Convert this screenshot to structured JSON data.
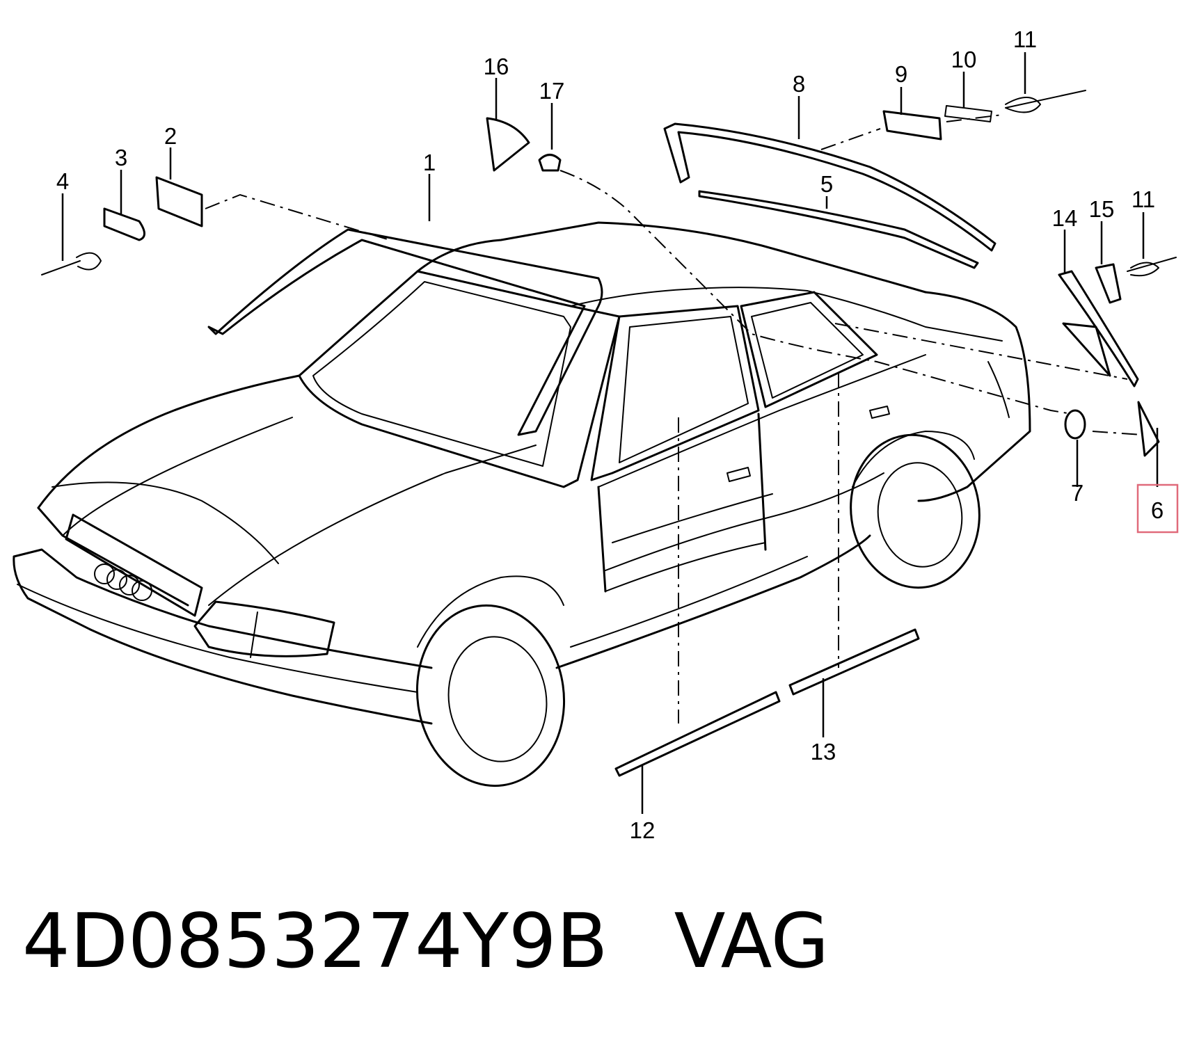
{
  "callouts": [
    {
      "id": "1",
      "label": "1"
    },
    {
      "id": "2",
      "label": "2"
    },
    {
      "id": "3",
      "label": "3"
    },
    {
      "id": "4",
      "label": "4"
    },
    {
      "id": "5",
      "label": "5"
    },
    {
      "id": "6",
      "label": "6",
      "highlighted": true
    },
    {
      "id": "7",
      "label": "7"
    },
    {
      "id": "8",
      "label": "8"
    },
    {
      "id": "9",
      "label": "9"
    },
    {
      "id": "10",
      "label": "10"
    },
    {
      "id": "11a",
      "label": "11"
    },
    {
      "id": "11b",
      "label": "11"
    },
    {
      "id": "12",
      "label": "12"
    },
    {
      "id": "13",
      "label": "13"
    },
    {
      "id": "14",
      "label": "14"
    },
    {
      "id": "15",
      "label": "15"
    },
    {
      "id": "16",
      "label": "16"
    },
    {
      "id": "17",
      "label": "17"
    }
  ],
  "caption": {
    "part_number": "4D0853274Y9B",
    "brand": "VAG"
  },
  "colors": {
    "line": "#000000",
    "highlight": "#e06a7a",
    "background": "#ffffff"
  }
}
